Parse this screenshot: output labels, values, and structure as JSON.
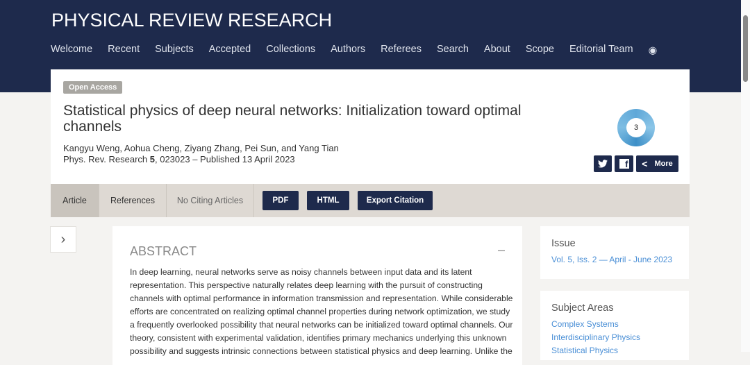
{
  "header": {
    "brand": "PHYSICAL REVIEW RESEARCH",
    "nav": [
      "Welcome",
      "Recent",
      "Subjects",
      "Accepted",
      "Collections",
      "Authors",
      "Referees",
      "Search",
      "About",
      "Scope",
      "Editorial Team"
    ]
  },
  "article": {
    "badge": "Open Access",
    "title": "Statistical physics of deep neural networks: Initialization toward optimal channels",
    "authors": "Kangyu Weng, Aohua Cheng, Ziyang Zhang, Pei Sun, and Yang Tian",
    "journal": "Phys. Rev. Research ",
    "volume": "5",
    "cite_rest": ", 023023 – Published 13 April 2023",
    "altmetric": "3",
    "share_more": "More"
  },
  "tabs": {
    "article": "Article",
    "references": "References",
    "citing": "No Citing Articles",
    "pdf": "PDF",
    "html": "HTML",
    "export": "Export Citation"
  },
  "abstract": {
    "heading": "ABSTRACT",
    "collapse": "–",
    "text": "In deep learning, neural networks serve as noisy channels between input data and its latent\nrepresentation. This perspective naturally relates deep learning with the pursuit of constructing\nchannels with optimal performance in information transmission and representation. While considerable\nefforts are concentrated on realizing optimal channel properties during network optimization, we study\na frequently overlooked possibility that neural networks can be initialized toward optimal channels. Our\ntheory, consistent with experimental validation, identifies primary mechanics underlying this unknown\npossibility and suggests intrinsic connections between statistical physics and deep learning. Unlike the"
  },
  "issue": {
    "heading": "Issue",
    "link": "Vol. 5, Iss. 2 — April - June 2023"
  },
  "subjects": {
    "heading": "Subject Areas",
    "items": [
      "Complex Systems",
      "Interdisciplinary Physics",
      "Statistical Physics"
    ]
  }
}
